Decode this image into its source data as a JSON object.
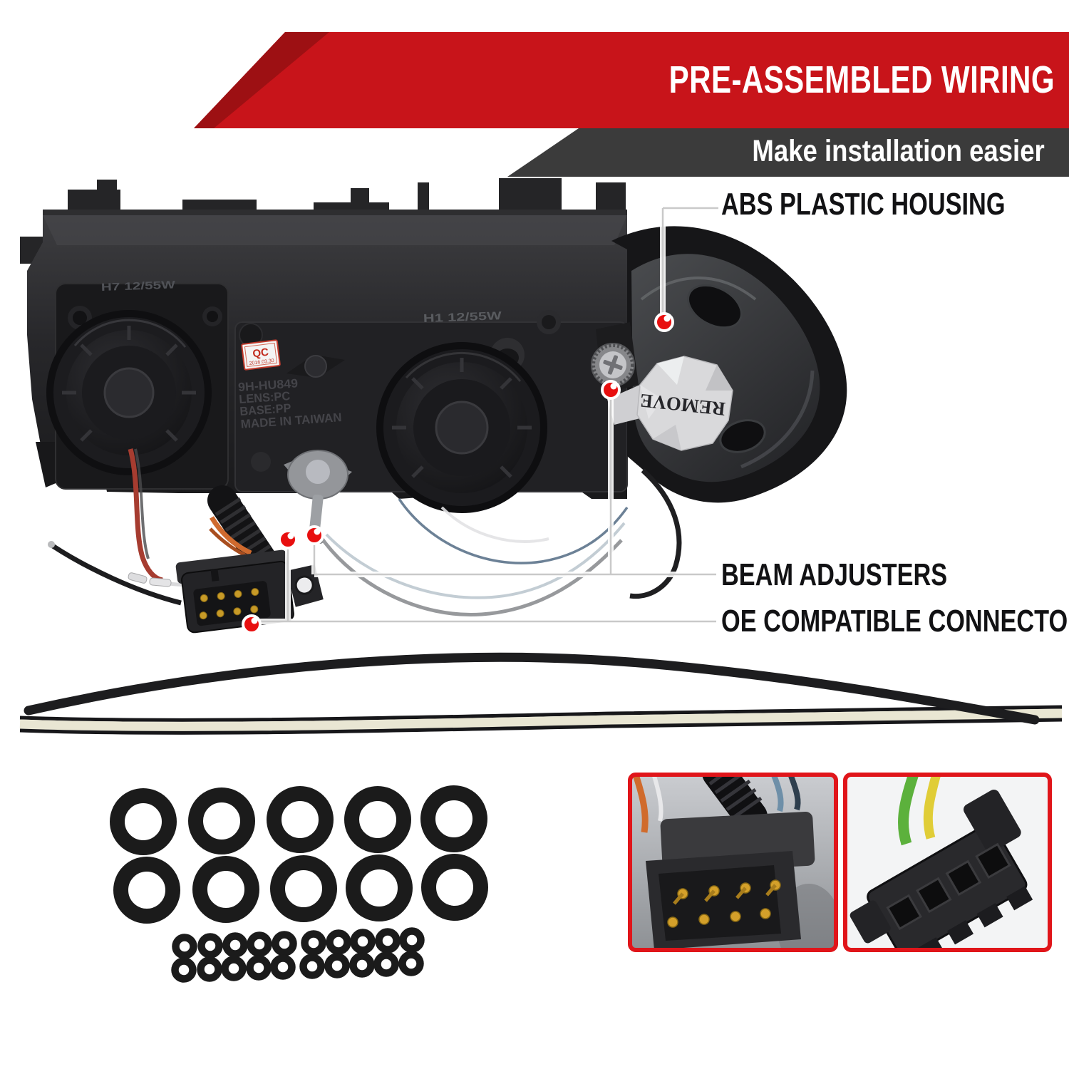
{
  "banner": {
    "title": "PRE-ASSEMBLED WIRING",
    "subtitle": "Make installation easier",
    "red": "#c8141a",
    "dark_gray": "#3b3b3b"
  },
  "callouts": {
    "abs": "ABS PLASTIC HOUSING",
    "beam": "BEAM ADJUSTERS",
    "oe": "OE COMPATIBLE CONNECTORS"
  },
  "product": {
    "qc_label": "QC",
    "qc_date": "2016.03.30",
    "remove_sticker": "REMOVE",
    "molding_lines": [
      "9H-HU849",
      "LENS:PC",
      "BASE:PP",
      "MADE IN TAIWAN"
    ],
    "bulb_marking_left": "H7 12/55W",
    "bulb_marking_center": "H1 12/55W"
  },
  "colors": {
    "marker_red": "#e80f0f",
    "callout_line": "#c9c9c9",
    "inset_border": "#e0151a",
    "strip_black": "#1d1d1f",
    "strip_cream": "#e9e6d3",
    "pin_gold": "#c79a27",
    "wire_green": "#5cb13c",
    "wire_yellow": "#e0cd37",
    "wire_orange": "#d06b2c"
  }
}
